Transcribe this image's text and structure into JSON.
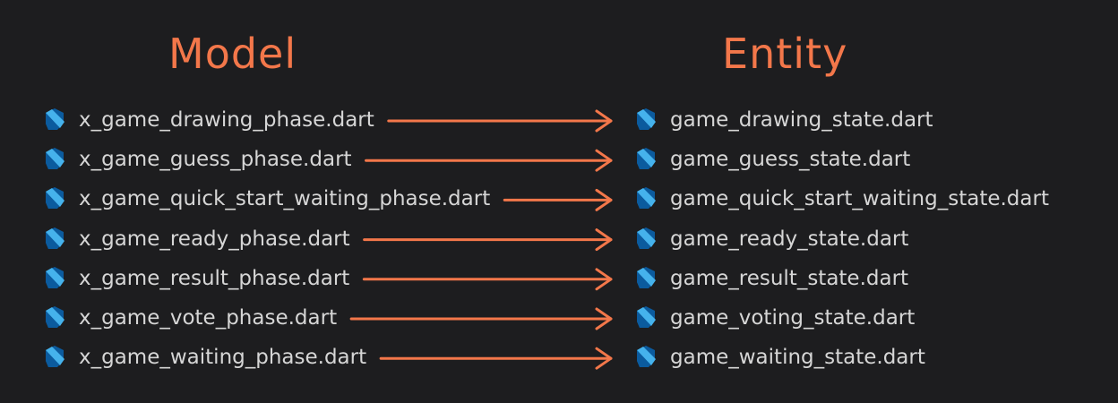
{
  "headings": {
    "model": "Model",
    "entity": "Entity"
  },
  "colors": {
    "accent": "#f3774a",
    "text": "#d6d6d6",
    "background": "#1d1d1f",
    "dart_dark": "#0b5b9e",
    "dart_light": "#45b2ec"
  },
  "icon": "dart-file-icon",
  "mappings": [
    {
      "model": "x_game_drawing_phase.dart",
      "entity": "game_drawing_state.dart"
    },
    {
      "model": "x_game_guess_phase.dart",
      "entity": "game_guess_state.dart"
    },
    {
      "model": "x_game_quick_start_waiting_phase.dart",
      "entity": "game_quick_start_waiting_state.dart"
    },
    {
      "model": "x_game_ready_phase.dart",
      "entity": "game_ready_state.dart"
    },
    {
      "model": "x_game_result_phase.dart",
      "entity": "game_result_state.dart"
    },
    {
      "model": "x_game_vote_phase.dart",
      "entity": "game_voting_state.dart"
    },
    {
      "model": "x_game_waiting_phase.dart",
      "entity": "game_waiting_state.dart"
    }
  ]
}
